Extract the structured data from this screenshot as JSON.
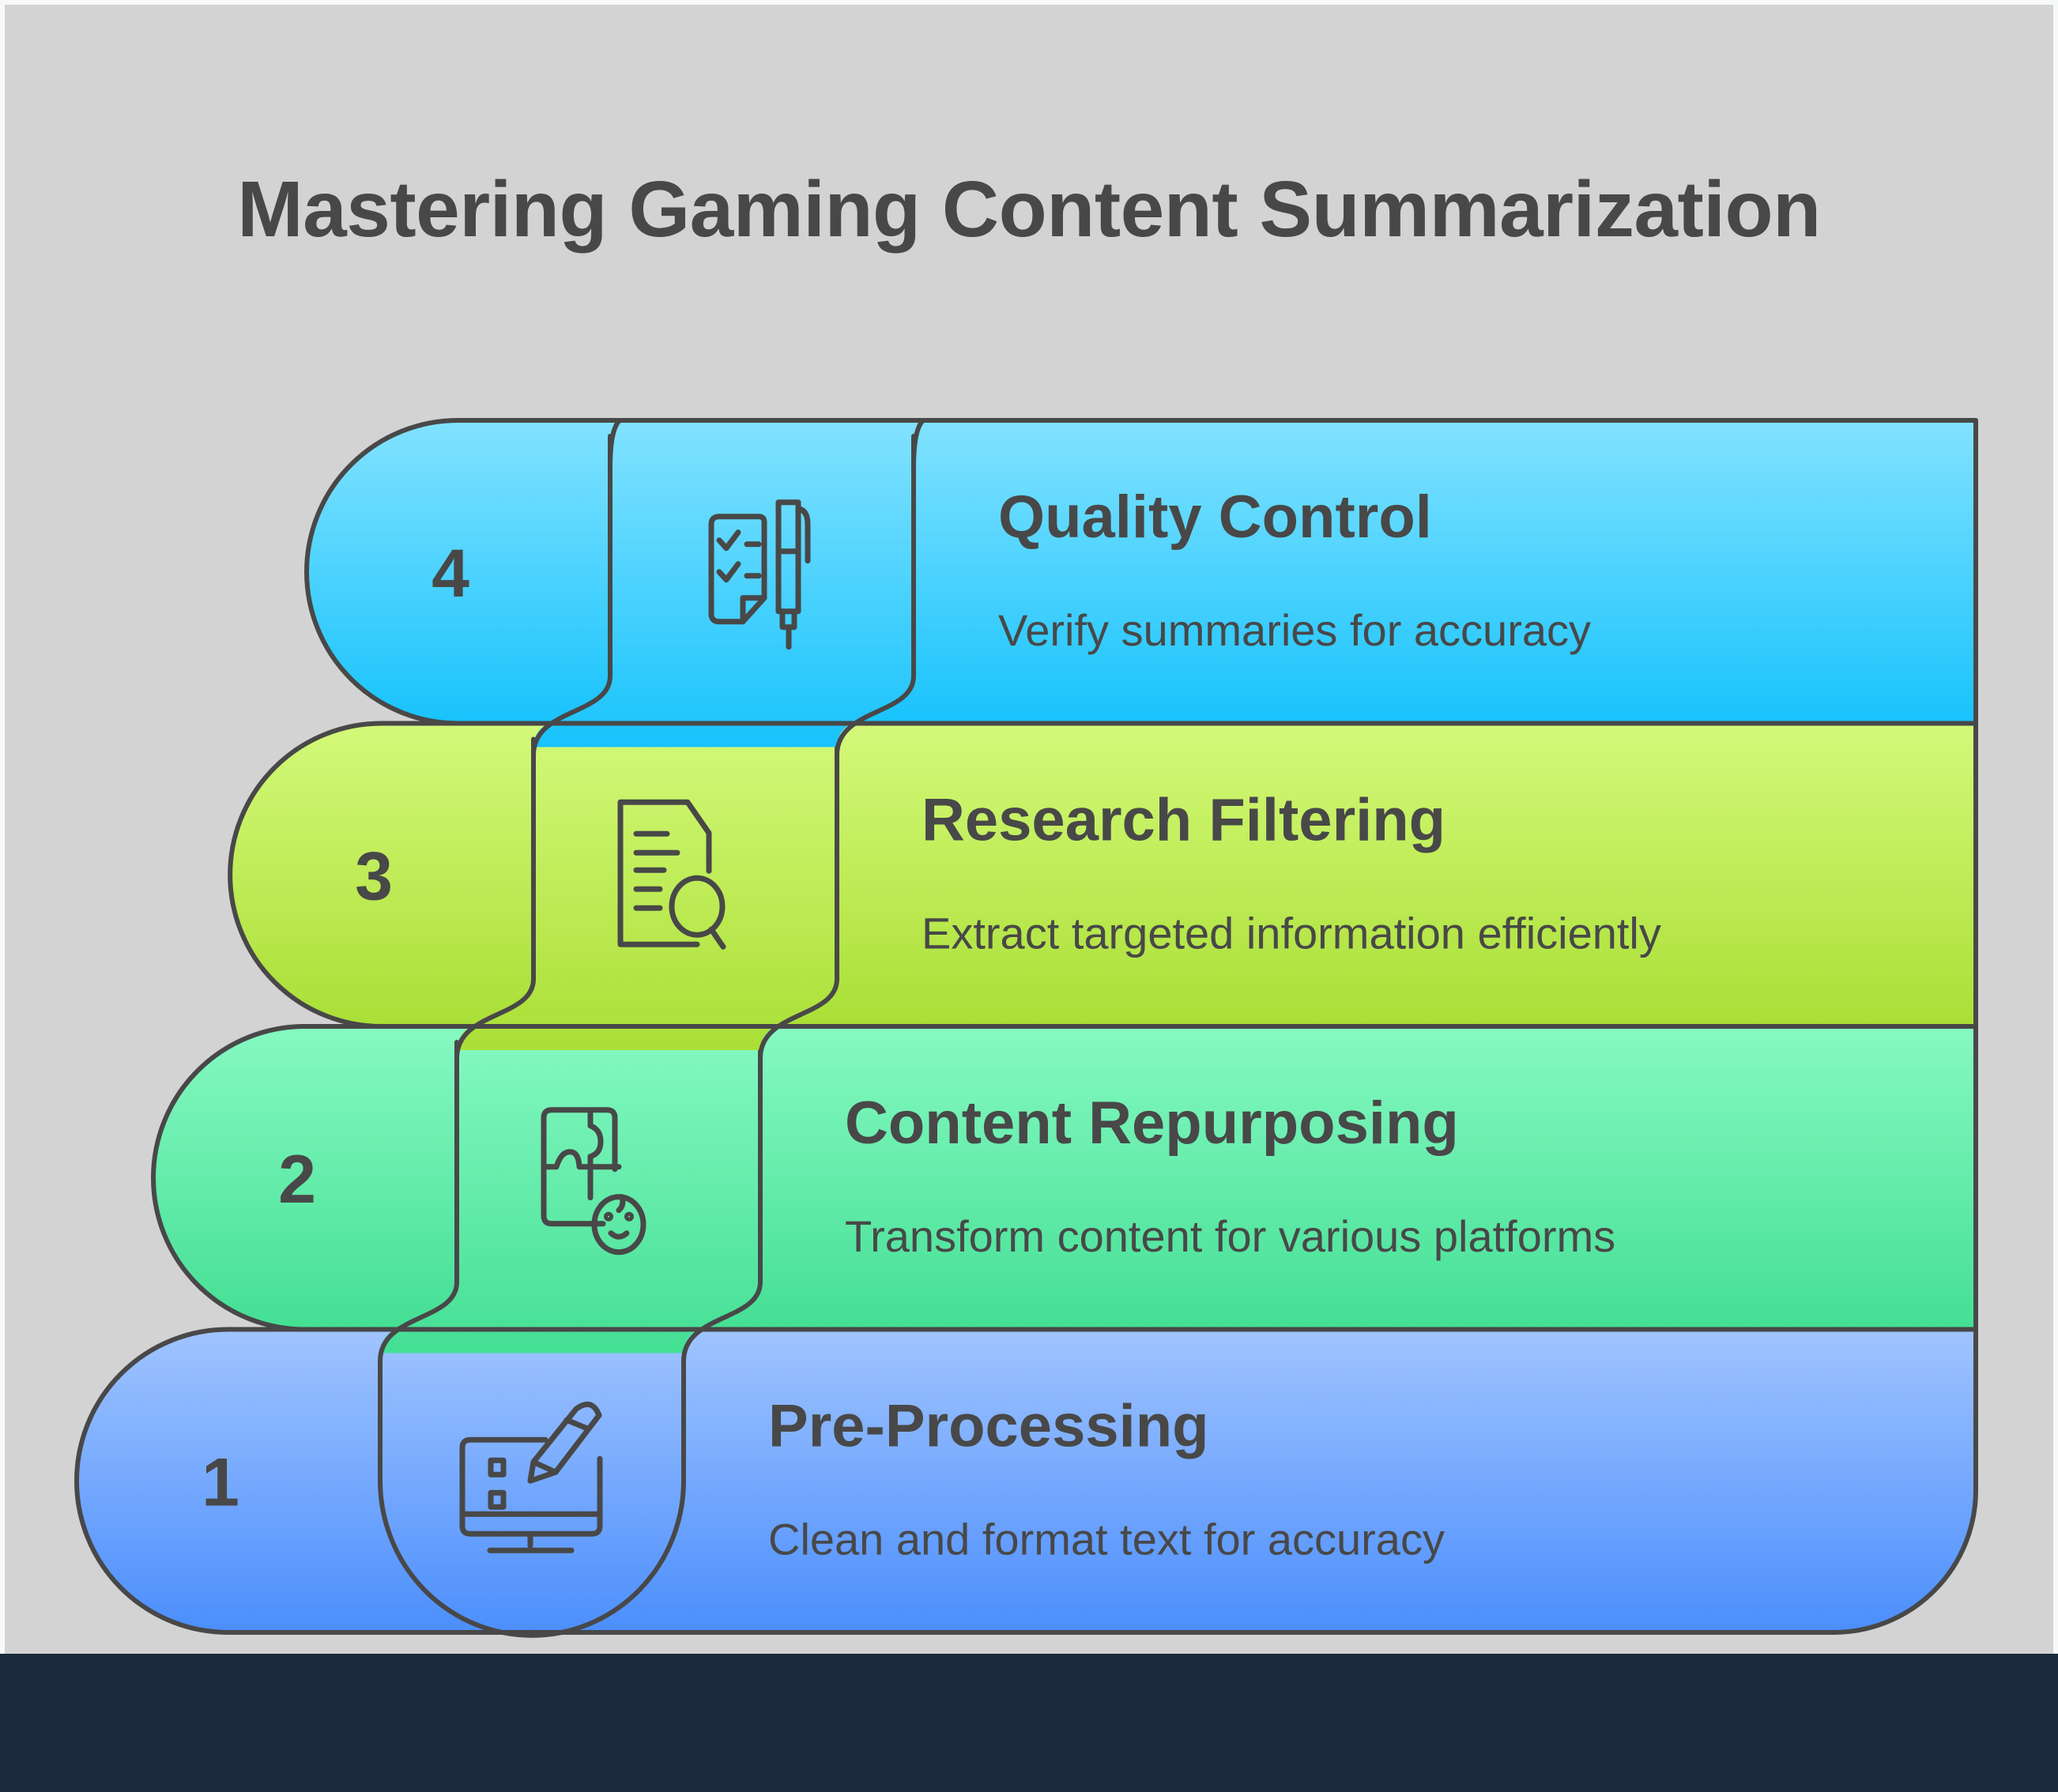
{
  "title": "Mastering Gaming Content Summarization",
  "steps": [
    {
      "number": "4",
      "title": "Quality Control",
      "description": "Verify summaries for accuracy",
      "icon": "checklist-pen-icon",
      "gradient": [
        "#82e2ff",
        "#18c3fc"
      ]
    },
    {
      "number": "3",
      "title": "Research Filtering",
      "description": "Extract targeted information efficiently",
      "icon": "document-search-icon",
      "gradient": [
        "#d4f97a",
        "#aadf36"
      ]
    },
    {
      "number": "2",
      "title": "Content Repurposing",
      "description": "Transform content for various platforms",
      "icon": "puzzle-face-icon",
      "gradient": [
        "#86f9c2",
        "#44df94"
      ]
    },
    {
      "number": "1",
      "title": "Pre-Processing",
      "description": "Clean and format text for accuracy",
      "icon": "monitor-pencil-icon",
      "gradient": [
        "#a0c4ff",
        "#4b8efc"
      ]
    }
  ],
  "colors": {
    "background": "#d3d3d3",
    "outline": "#484848",
    "text": "#484848",
    "footer": "#1b2a3e"
  }
}
